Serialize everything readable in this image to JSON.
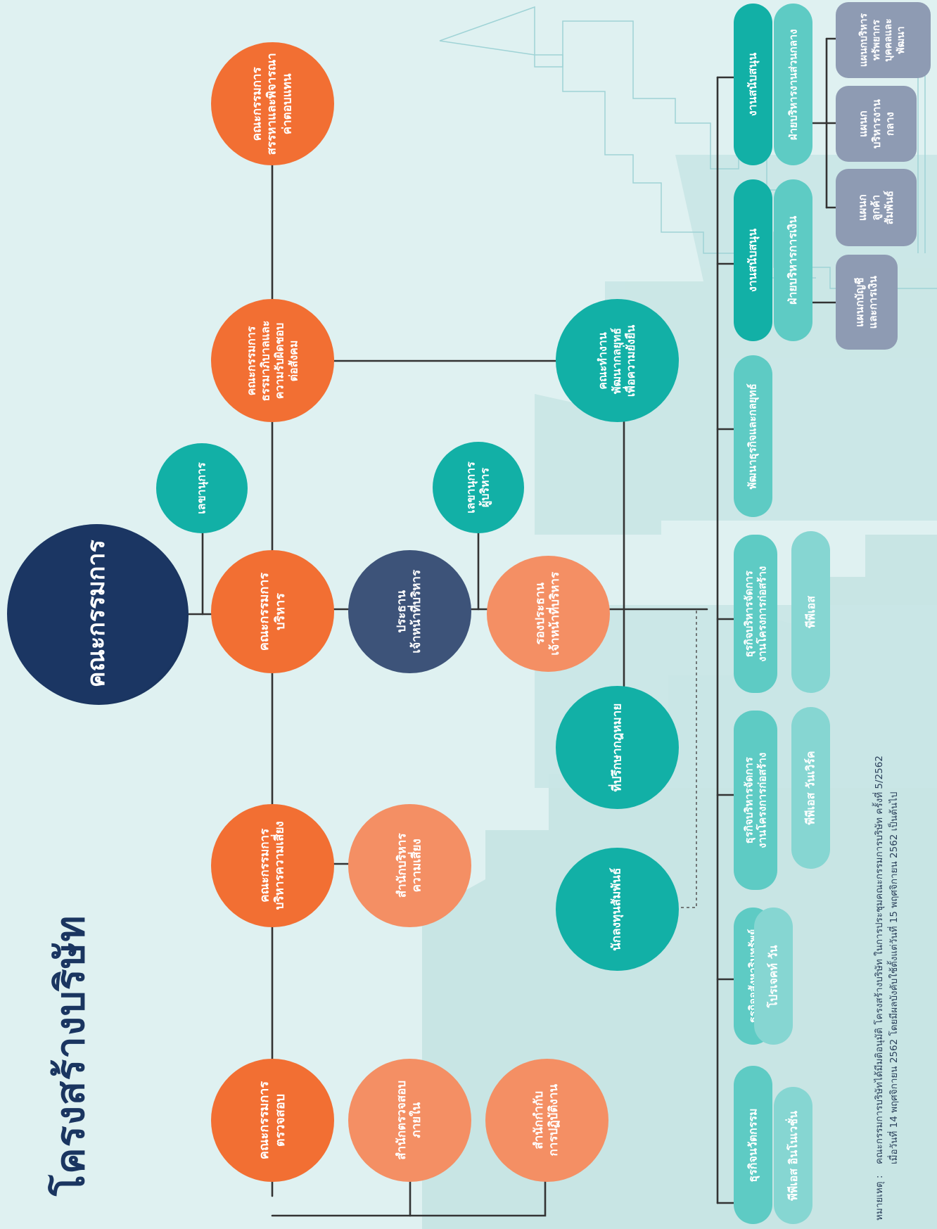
{
  "title": "โครงสร้างบริษัท",
  "colors": {
    "navy": "#1b3663",
    "slate": "#3d5379",
    "orange": "#f26f33",
    "peach": "#f48f64",
    "teal": "#12b0a6",
    "teal_light": "#5ecbc4",
    "teal_pale": "#86d6d2",
    "gray_blue": "#8e9bb3",
    "line": "#333333",
    "background": "#dff1f1"
  },
  "nodes": {
    "board": "คณะกรรมการ",
    "nomination": "คณะกรรมการ\nสรรหาและพิจารณา\nค่าตอบแทน",
    "governance": "คณะกรรมการ\nธรรมาภิบาลและ\nความรับผิดชอบ\nต่อสังคม",
    "secretary": "เลขานุการ",
    "executive_committee": "คณะกรรมการ\nบริหาร",
    "risk_committee": "คณะกรรมการ\nบริหารความเสี่ยง",
    "audit_committee": "คณะกรรมการ\nตรวจสอบ",
    "ceo": "ประธาน\nเจ้าหน้าที่บริหาร",
    "risk_office": "สำนักบริหาร\nความเสี่ยง",
    "internal_audit": "สำนักตรวจสอบ\nภายใน",
    "compliance": "สำนักกำกับ\nการปฏิบัติงาน",
    "exec_secretary": "เลขานุการ\nผู้บริหาร",
    "deputy_ceo": "รองประธาน\nเจ้าหน้าที่บริหาร",
    "sustainability_wg": "คณะทำงาน\nพัฒนากลยุทธ์\nเพื่อความยั่งยืน",
    "legal_advisor": "ที่ปรึกษากฎหมาย",
    "investor_relations": "นักลงทุนสัมพันธ์"
  },
  "units": [
    {
      "title": "ธุรกิจนวัตกรรม",
      "subtitle": "พีพีเอส อินโนเวชั่น"
    },
    {
      "title": "ธุรกิจอสังหาริมทรัพย์",
      "subtitle": "โปรเจคท์ วัน"
    },
    {
      "title": "ธุรกิจบริหารจัดการ\nงานโครงการก่อสร้าง",
      "subtitle": "พีพีเอส วันเวิร์ค"
    },
    {
      "title": "ธุรกิจบริหารจัดการ\nงานโครงการก่อสร้าง",
      "subtitle": "พีพีเอส"
    },
    {
      "title": "พัฒนาธุรกิจและกลยุทธ์",
      "subtitle": ""
    },
    {
      "title": "งานสนับสนุน",
      "subtitle": "ฝ่ายบริหารการเงิน"
    },
    {
      "title": "งานสนับสนุน",
      "subtitle": "ฝ่ายบริหารงานส่วนกลาง"
    }
  ],
  "departments": {
    "accounting": "แผนกบัญชี\nและการเงิน",
    "customer_relations": "แผนก\nลูกค้า\nสัมพันธ์",
    "central_admin": "แผนก\nบริหารงาน\nกลาง",
    "hr": "แผนกบริหาร\nทรัพยากร\nบุคคลและ\nพัฒนา"
  },
  "note": {
    "label": "หมายเหตุ :",
    "line1": "คณะกรรมการบริษัทได้มีมติอนุมัติ โครงสร้างบริษัท ในการประชุมคณะกรรมการบริษัท ครั้งที่ 5/2562",
    "line2": "เมื่อวันที่ 14 พฤศจิกายน 2562 โดยมีผลบังคับใช้ตั้งแต่วันที่ 15 พฤศจิกายน 2562 เป็นต้นไป"
  }
}
